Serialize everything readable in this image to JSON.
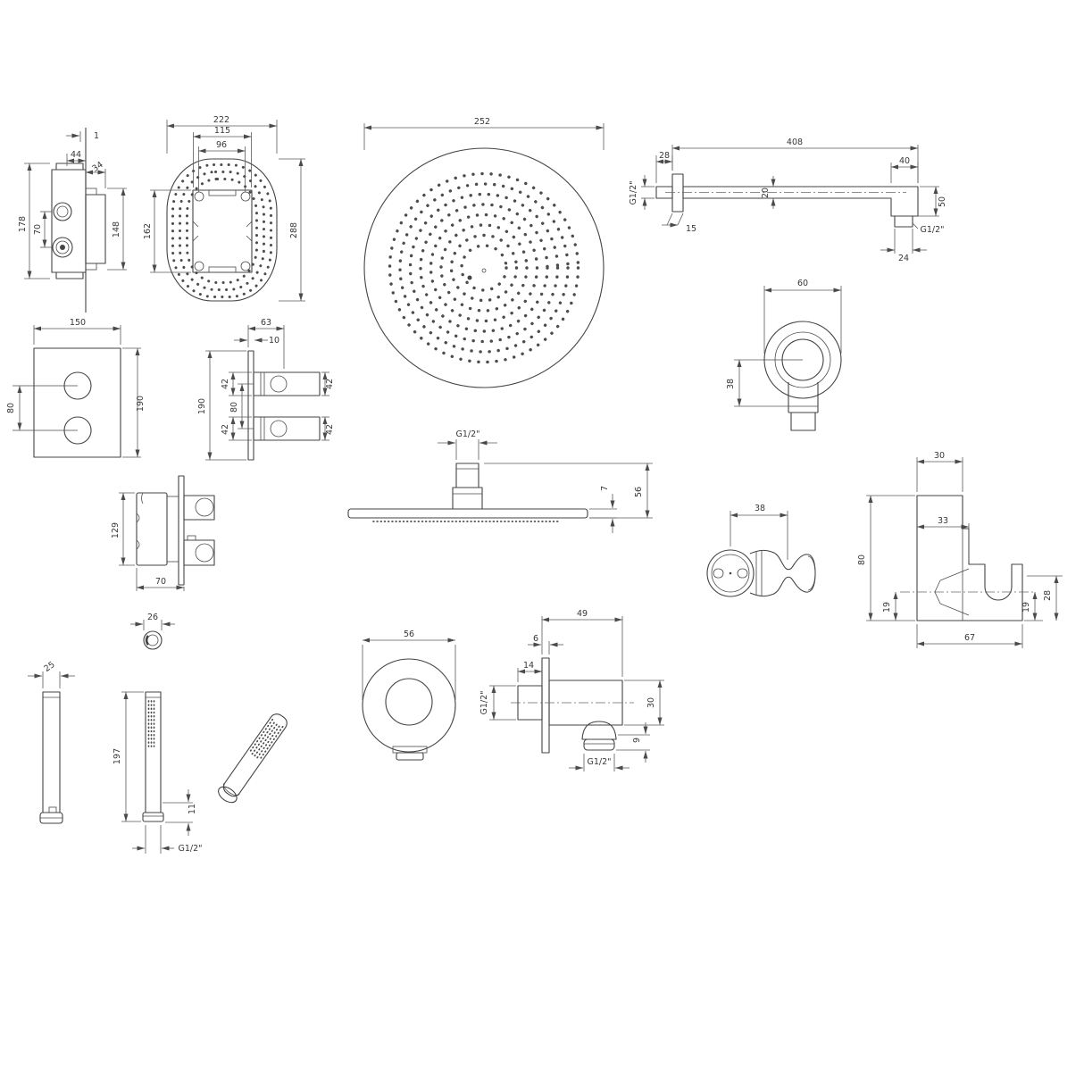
{
  "drawing": {
    "background": "#ffffff",
    "line_color": "#434343",
    "dim_color": "#5a5a5a"
  },
  "components": {
    "valve_rough_side": {
      "labels": [
        "1",
        "44",
        "34",
        "178",
        "70",
        "148"
      ]
    },
    "ceiling_plate": {
      "labels": [
        "222",
        "115",
        "96",
        "162",
        "288"
      ]
    },
    "head_top": {
      "labels": [
        "252"
      ]
    },
    "wall_arm": {
      "labels": [
        "408",
        "28",
        "G1/2\"",
        "15",
        "20",
        "40",
        "50",
        "G1/2\"",
        "24"
      ]
    },
    "outlet_round": {
      "labels": [
        "60",
        "38"
      ]
    },
    "plate_front": {
      "labels": [
        "150",
        "80",
        "190"
      ]
    },
    "plate_side": {
      "labels": [
        "63",
        "10",
        "190",
        "42",
        "80",
        "42",
        "42",
        "42"
      ]
    },
    "thermo_side": {
      "labels": [
        "129",
        "70"
      ]
    },
    "knob_detail": {
      "labels": [
        "26"
      ]
    },
    "head_side": {
      "labels": [
        "G1/2\"",
        "7",
        "56"
      ]
    },
    "holder_round": {
      "labels": [
        "38"
      ]
    },
    "holder_square": {
      "labels": [
        "30",
        "33",
        "80",
        "19",
        "67",
        "19",
        "28"
      ]
    },
    "hand_front": {
      "labels": [
        "25"
      ]
    },
    "hand_side": {
      "labels": [
        "197",
        "11",
        "G1/2\""
      ]
    },
    "outlet_front": {
      "labels": [
        "56"
      ]
    },
    "outlet_side": {
      "labels": [
        "49",
        "6",
        "14",
        "G1/2\"",
        "30",
        "9",
        "G1/2\""
      ]
    }
  }
}
